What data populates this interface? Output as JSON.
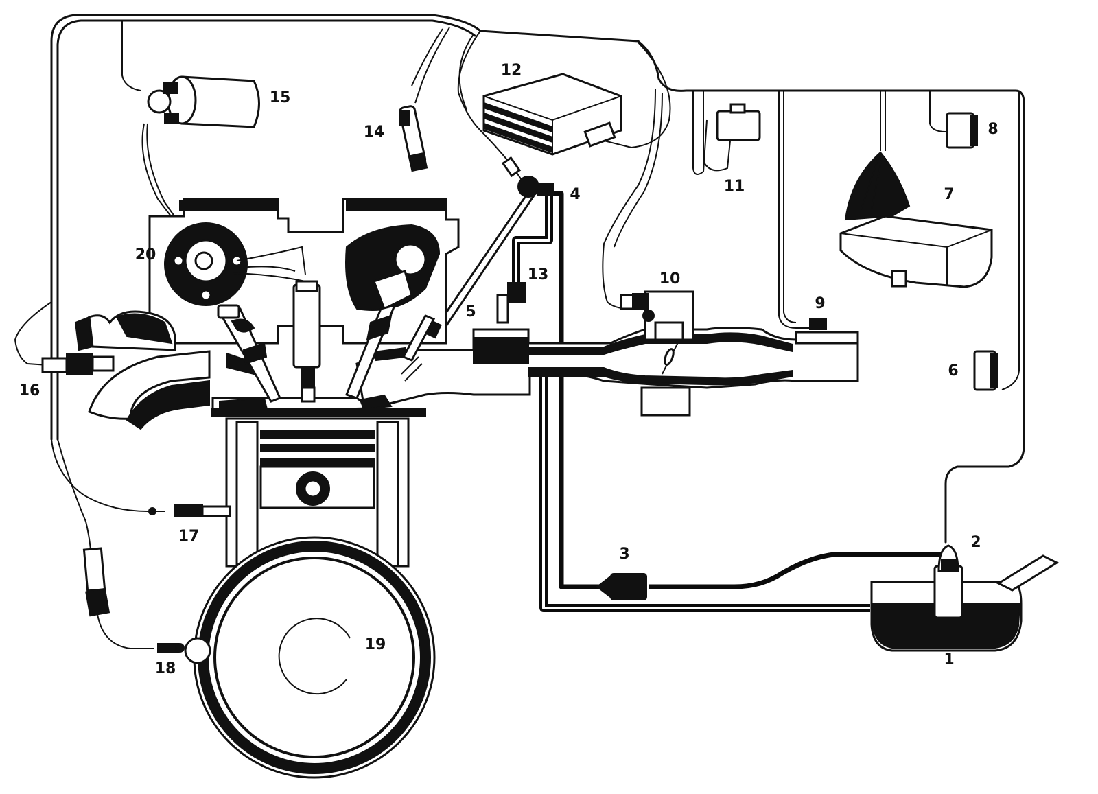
{
  "diagram": {
    "callouts": [
      {
        "id": "1",
        "text": "1"
      },
      {
        "id": "2",
        "text": "2"
      },
      {
        "id": "3",
        "text": "3"
      },
      {
        "id": "4",
        "text": "4"
      },
      {
        "id": "5",
        "text": "5"
      },
      {
        "id": "6",
        "text": "6"
      },
      {
        "id": "7",
        "text": "7"
      },
      {
        "id": "8",
        "text": "8"
      },
      {
        "id": "9",
        "text": "9"
      },
      {
        "id": "10",
        "text": "10"
      },
      {
        "id": "11",
        "text": "11"
      },
      {
        "id": "12",
        "text": "12"
      },
      {
        "id": "13",
        "text": "13"
      },
      {
        "id": "14",
        "text": "14"
      },
      {
        "id": "15",
        "text": "15"
      },
      {
        "id": "16",
        "text": "16"
      },
      {
        "id": "17",
        "text": "17"
      },
      {
        "id": "18",
        "text": "18"
      },
      {
        "id": "19",
        "text": "19"
      },
      {
        "id": "20",
        "text": "20"
      }
    ]
  },
  "colors": {
    "ink": "#111111",
    "paper": "#ffffff"
  }
}
